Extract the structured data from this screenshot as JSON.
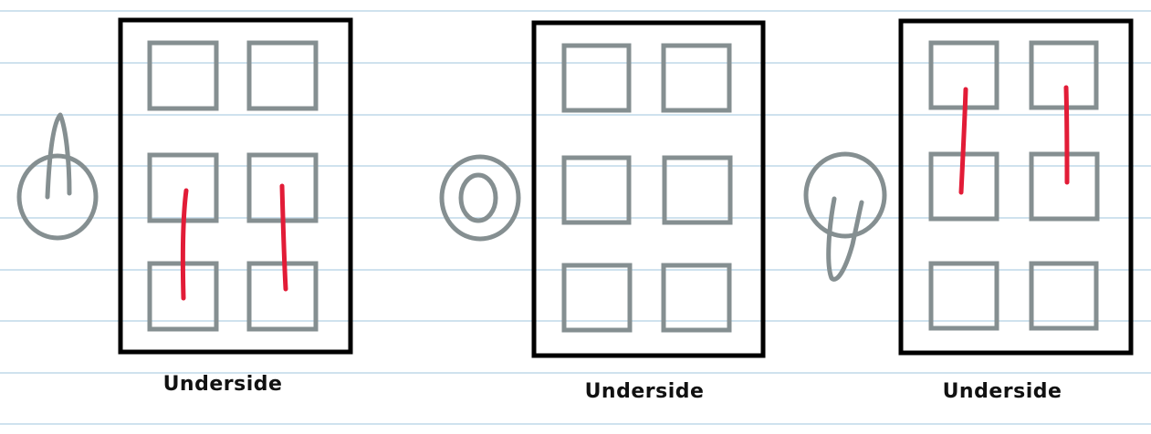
{
  "colors": {
    "paper": "#ffffff",
    "ruled_line": "#cfe2ee",
    "frame": "#000000",
    "cell_outline": "#858f91",
    "hand_stroke": "#858f91",
    "mark": "#e21c37"
  },
  "panels": [
    {
      "label": "Underside",
      "hand_icon": "fingertip-pointing-up-icon",
      "marks": "red lines across middle and bottom rows"
    },
    {
      "label": "Underside",
      "hand_icon": "fingertip-top-view-icon",
      "marks": "none"
    },
    {
      "label": "Underside",
      "hand_icon": "fingertip-pointing-down-icon",
      "marks": "red lines across top and middle rows"
    }
  ]
}
